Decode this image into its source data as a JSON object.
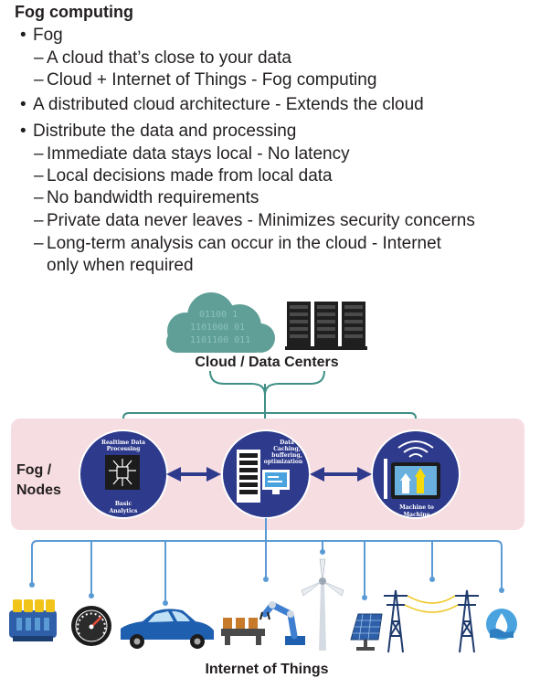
{
  "title": "Fog computing",
  "outline": [
    {
      "level": 1,
      "text": "Fog"
    },
    {
      "level": 2,
      "text": "A cloud that’s close to your data"
    },
    {
      "level": 2,
      "text": "Cloud + Internet of Things - Fog computing"
    },
    {
      "level": 1,
      "text": "A distributed cloud architecture - Extends the cloud"
    },
    {
      "level": 1,
      "text": "Distribute the data and processing"
    },
    {
      "level": 2,
      "text": "Immediate data stays local - No latency"
    },
    {
      "level": 2,
      "text": "Local decisions made from local data"
    },
    {
      "level": 2,
      "text": "No bandwidth requirements"
    },
    {
      "level": 2,
      "text": "Private data never leaves - Minimizes security concerns"
    },
    {
      "level": 2,
      "text": "Long-term analysis can occur in the cloud - Internet"
    },
    {
      "level": 2,
      "text": "only when required",
      "continuation": true
    }
  ],
  "diagram": {
    "cloud_label": "Cloud / Data Centers",
    "cloud_binary": [
      "01100 1",
      "1101000 01",
      "1101100 011"
    ],
    "fog_label_line1": "Fog /",
    "fog_label_line2": "Nodes",
    "node1_top_line1": "Realtime Data",
    "node1_top_line2": "Processing",
    "node1_bottom_line1": "Basic",
    "node1_bottom_line2": "Analytics",
    "node2_line1": "Data",
    "node2_line2": "Caching,",
    "node2_line3": "buffering,",
    "node2_line4": "optimization",
    "node3_line1": "Machine to",
    "node3_line2": "Machine",
    "iot_label": "Internet of Things"
  },
  "colors": {
    "node_blue": "#2e3a8c",
    "fog_band": "#f6dde1",
    "connector_teal": "#3f8f86",
    "iot_blue": "#5b9bd5",
    "cloud_green": "#5f9f97"
  }
}
